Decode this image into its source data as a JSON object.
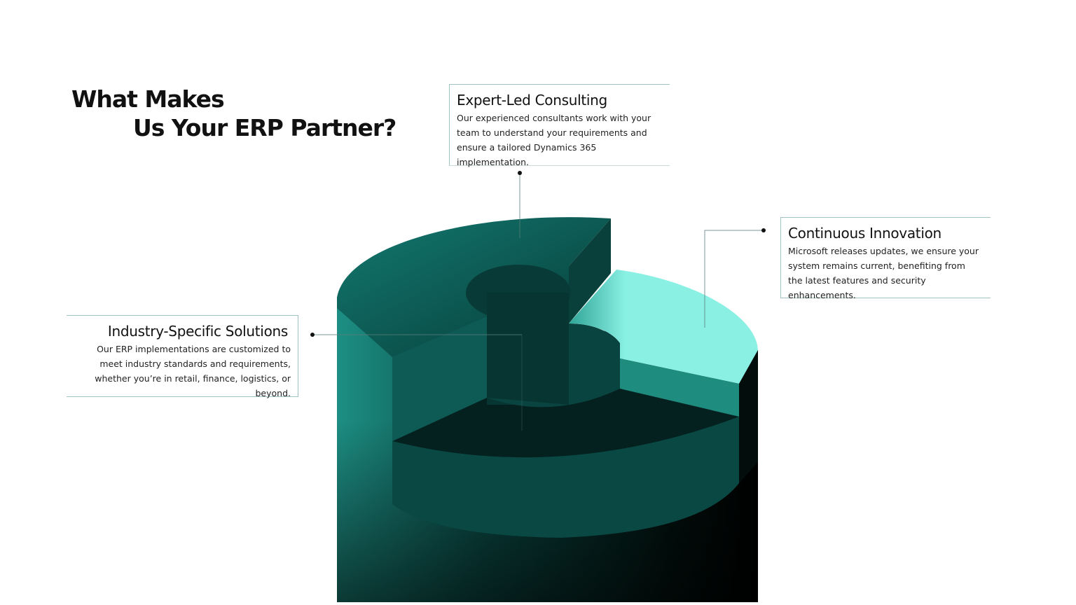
{
  "heading": {
    "line1": "What Makes",
    "line2": "Us Your ERP Partner?"
  },
  "features": [
    {
      "title": "Expert-Led Consulting",
      "description": "Our experienced consultants work with your team to understand your requirements and ensure a tailored Dynamics 365 implementation."
    },
    {
      "title": "Continuous Innovation",
      "description": "Microsoft releases updates, we ensure your system remains current, benefiting from the latest features and security enhancements."
    },
    {
      "title": "Industry-Specific Solutions",
      "description": "Our ERP implementations are customized to meet industry standards and requirements, whether you’re in retail, finance, logistics, or beyond."
    }
  ],
  "colors": {
    "dark_teal": "#0c5a55",
    "mint": "#8af0e4",
    "black": "#000000"
  }
}
